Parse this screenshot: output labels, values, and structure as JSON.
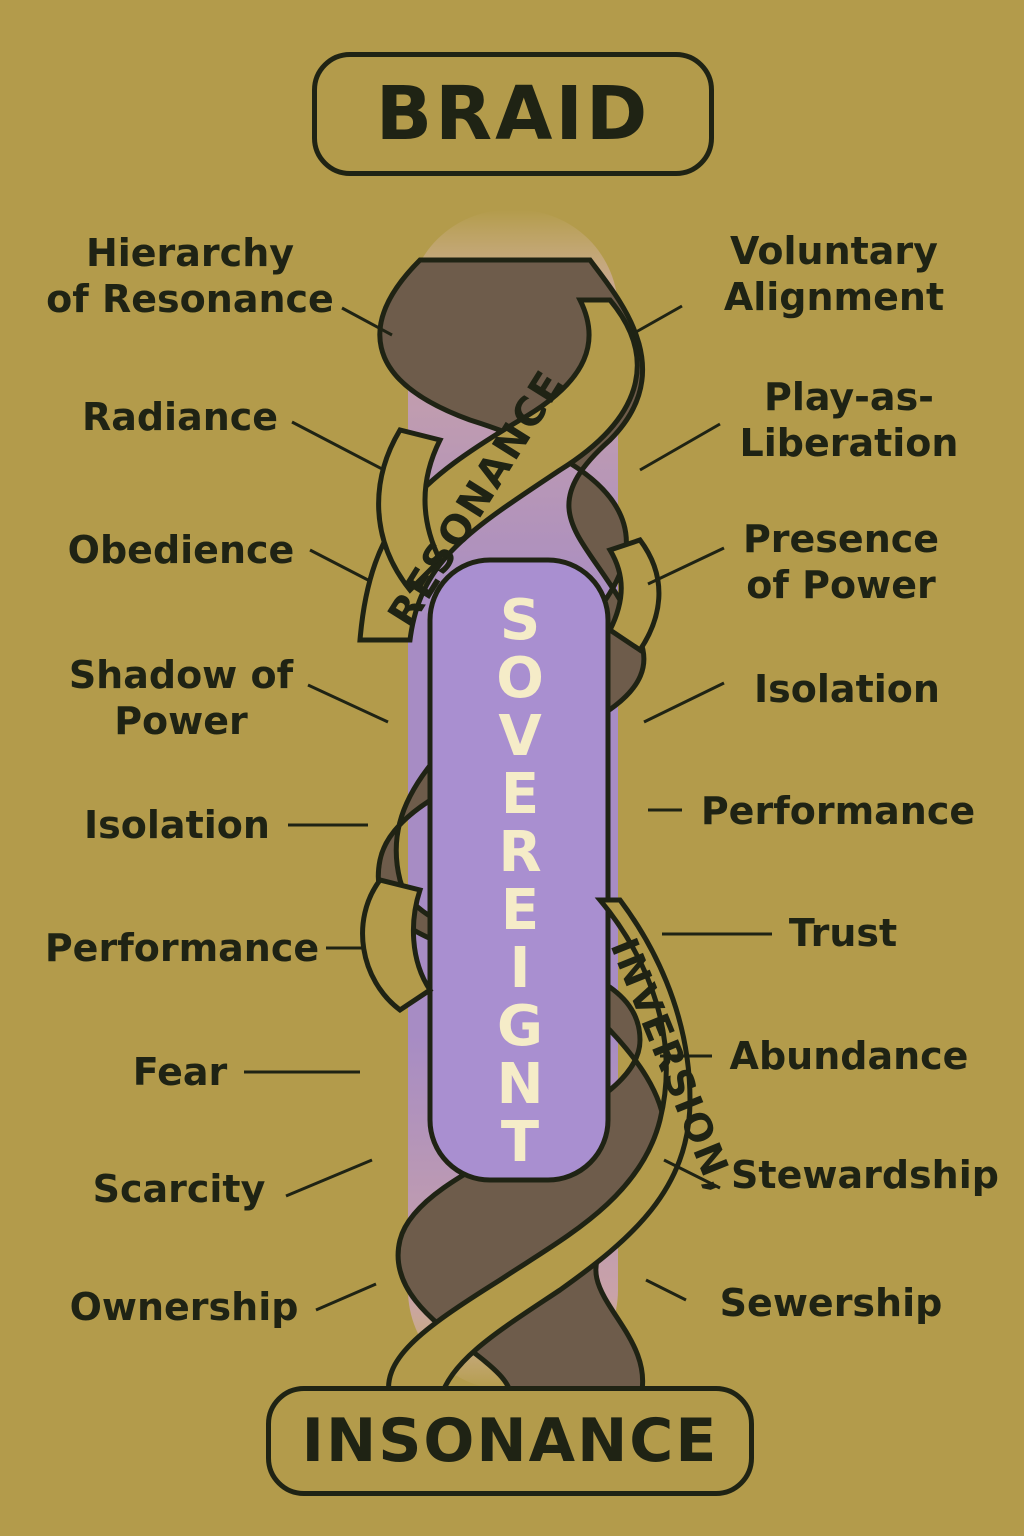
{
  "title_top": "BRAID",
  "title_bottom": "INSONANCE",
  "center_word": "SOVEREIGNT",
  "center_letters": [
    "S",
    "O",
    "V",
    "E",
    "R",
    "E",
    "I",
    "G",
    "N",
    "T"
  ],
  "strand_upper_word": "RESONANCE",
  "strand_lower_word": "INVERSION,",
  "left_labels": [
    "Hierarchy\nof Resonance",
    "Radiance",
    "Obedience",
    "Shadow of\nPower",
    "Isolation",
    "Performance",
    "Fear",
    "Scarcity",
    "Ownership"
  ],
  "right_labels": [
    "Voluntary\nAlignment",
    "Play-as-\nLiberation",
    "Presence\nof Power",
    "Isolation",
    "Performance",
    "Trust",
    "Abundance",
    "Stewardship",
    "Sewership"
  ],
  "colors": {
    "background": "#b39b4b",
    "outline": "#1f2314",
    "strand_light": "#b39b4b",
    "strand_dark": "#6e5c4b",
    "center_glow": "#a890c8",
    "center_text": "#f5ecc8"
  }
}
